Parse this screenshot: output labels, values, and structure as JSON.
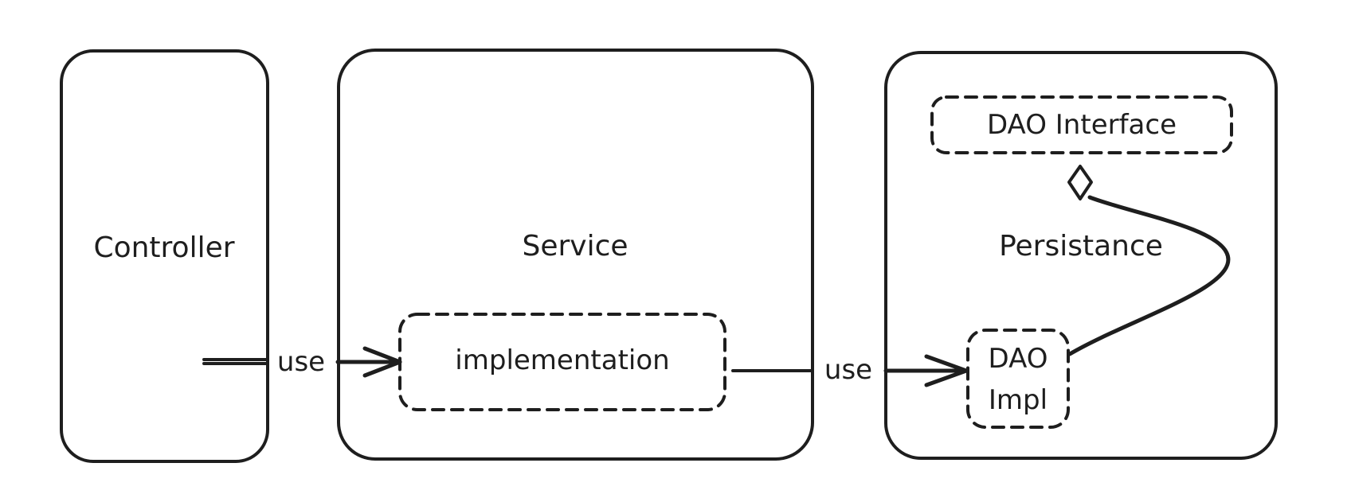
{
  "diagram": {
    "nodes": {
      "controller": {
        "label": "Controller"
      },
      "service": {
        "label": "Service"
      },
      "implementation": {
        "label": "implementation"
      },
      "persistance": {
        "label": "Persistance"
      },
      "dao_interface": {
        "label": "DAO Interface"
      },
      "dao_impl": {
        "label_line1": "DAO",
        "label_line2": "Impl"
      }
    },
    "edges": [
      {
        "from": "controller",
        "to": "implementation",
        "label": "use"
      },
      {
        "from": "implementation",
        "to": "dao_impl",
        "label": "use"
      },
      {
        "from": "dao_impl",
        "to": "dao_interface",
        "label": ""
      }
    ]
  }
}
